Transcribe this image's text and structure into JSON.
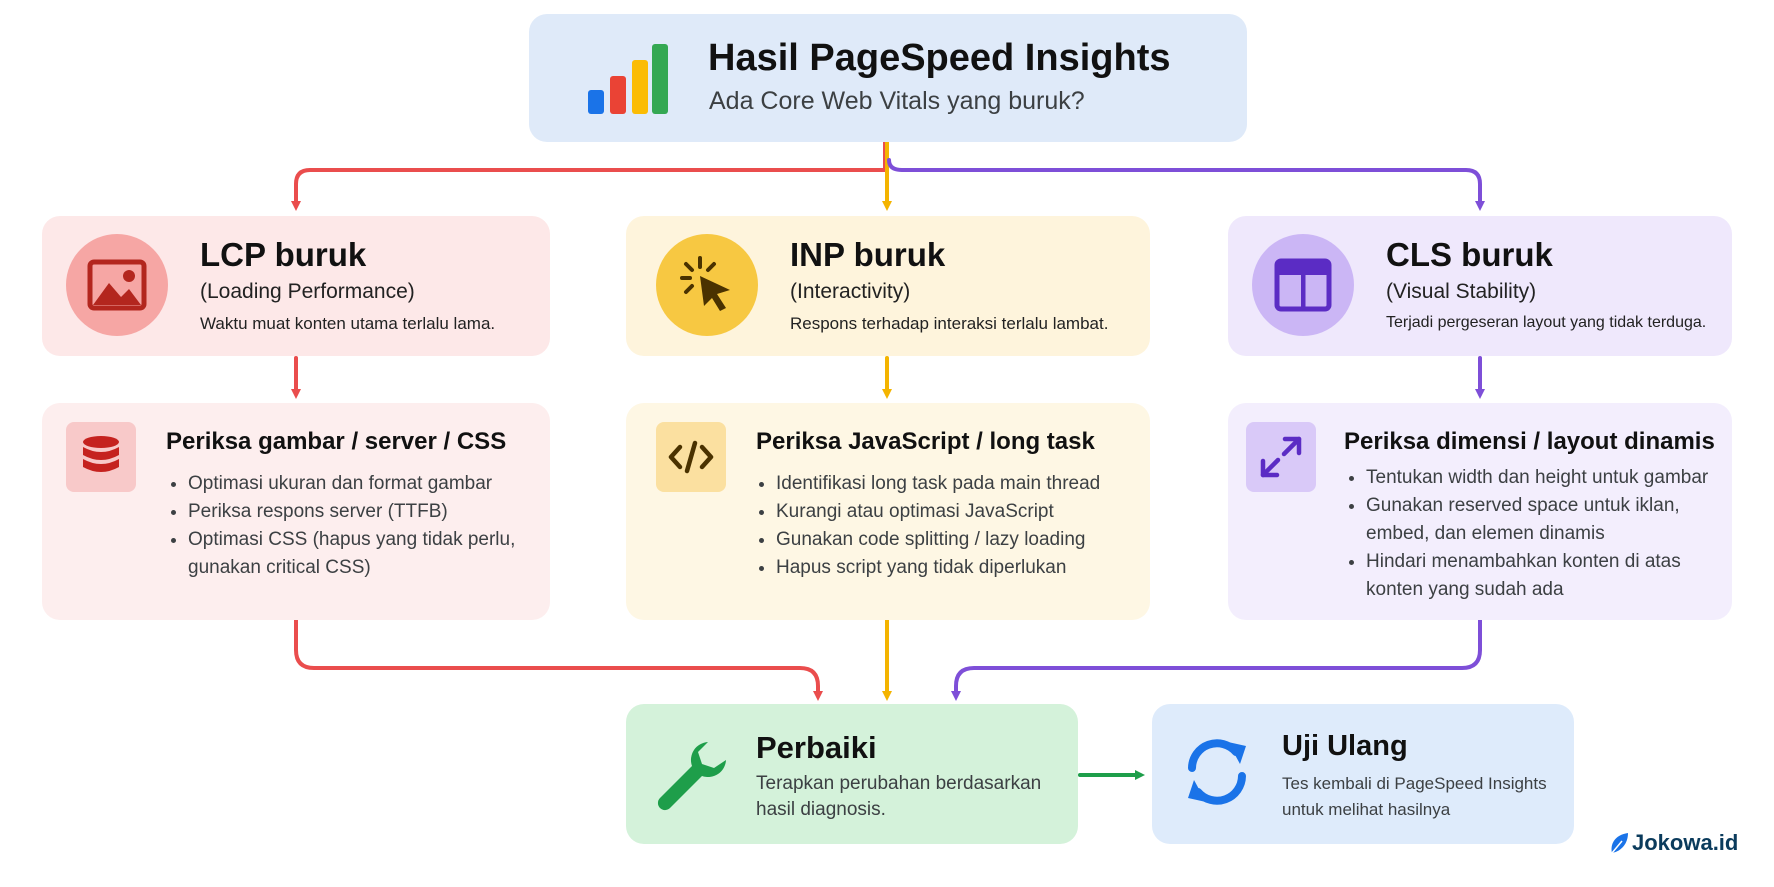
{
  "header": {
    "title": "Hasil PageSpeed Insights",
    "subtitle": "Ada Core Web Vitals yang buruk?",
    "icon": "bar-chart-icon"
  },
  "branches": [
    {
      "title": "LCP buruk",
      "subtitle": "(Loading Performance)",
      "description": "Waktu muat konten utama terlalu lama.",
      "icon": "image-icon",
      "color": "#e74c4c",
      "check": {
        "title": "Periksa gambar / server / CSS",
        "icon": "database-icon",
        "items": [
          "Optimasi ukuran dan format gambar",
          "Periksa respons server (TTFB)",
          "Optimasi CSS (hapus yang tidak perlu,",
          "gunakan critical CSS)"
        ]
      }
    },
    {
      "title": "INP buruk",
      "subtitle": "(Interactivity)",
      "description": "Respons terhadap interaksi terlalu lambat.",
      "icon": "cursor-click-icon",
      "color": "#f4b400",
      "check": {
        "title": "Periksa JavaScript / long task",
        "icon": "code-icon",
        "items": [
          "Identifikasi long task pada main thread",
          "Kurangi atau optimasi JavaScript",
          "Gunakan code splitting / lazy loading",
          "Hapus script yang tidak diperlukan"
        ]
      }
    },
    {
      "title": "CLS buruk",
      "subtitle": "(Visual Stability)",
      "description": "Terjadi pergeseran layout yang tidak terduga.",
      "icon": "layout-icon",
      "color": "#7e4fd8",
      "check": {
        "title": "Periksa dimensi / layout dinamis",
        "icon": "expand-arrows-icon",
        "items": [
          "Tentukan width dan height untuk gambar",
          "Gunakan reserved space untuk iklan,",
          "embed, dan elemen dinamis",
          "Hindari menambahkan konten di atas",
          "konten yang sudah ada"
        ]
      }
    }
  ],
  "fix": {
    "title": "Perbaiki",
    "description": "Terapkan perubahan berdasarkan hasil diagnosis.",
    "icon": "wrench-icon",
    "color": "#1e9e4a"
  },
  "retest": {
    "title": "Uji Ulang",
    "description": "Tes kembali di PageSpeed Insights untuk melihat hasilnya",
    "icon": "refresh-icon",
    "color": "#1a73e8"
  },
  "brand": {
    "name": "Jokowa.id",
    "icon": "leaf-icon"
  }
}
